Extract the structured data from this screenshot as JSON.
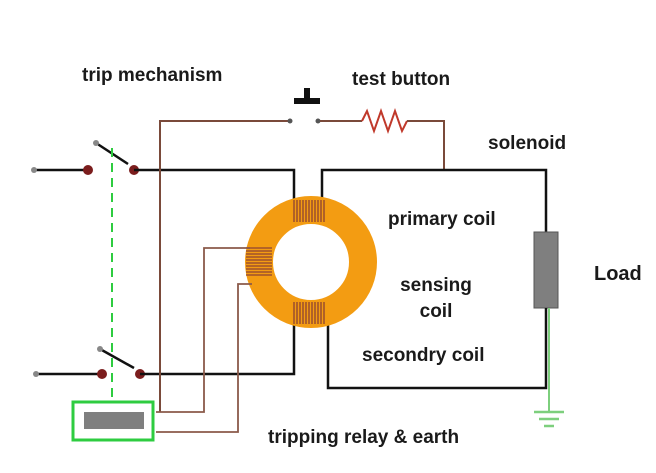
{
  "labels": {
    "trip_mechanism": "trip mechanism",
    "test_button": "test button",
    "solenoid": "solenoid",
    "primary_coil": "primary coil",
    "sensing_coil_line1": "sensing",
    "sensing_coil_line2": "coil",
    "secondary_coil": "secondry coil",
    "load": "Load",
    "tripping_relay": "tripping relay & earth"
  },
  "colors": {
    "wire": "#111111",
    "test_wire": "#7a4a3a",
    "resistor": "#c0392b",
    "core": "#f39c12",
    "winding": "#a0522d",
    "contact": "#7b1d1d",
    "load_fill": "#7f7f7f",
    "relay_border": "#2ecc40",
    "relay_fill": "#7f7f7f",
    "earth": "#7dcf7d",
    "trip_link": "#2ecc40",
    "sense_wire": "#8b5a4a"
  }
}
